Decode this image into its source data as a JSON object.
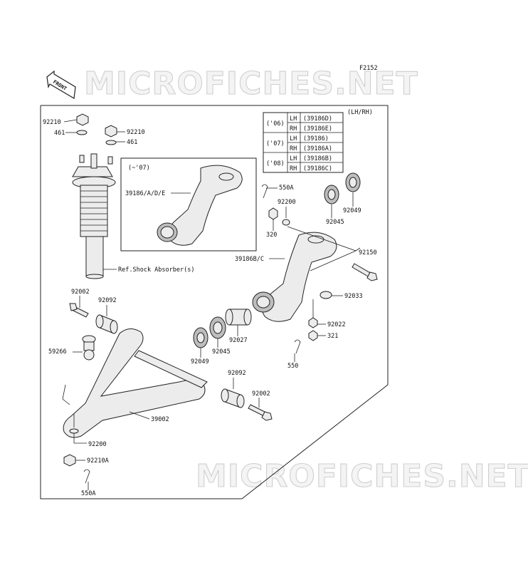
{
  "diagram": {
    "figure_code": "F2152",
    "watermark": "MICROFICHES.NET",
    "front_arrow_label": "FRONT",
    "side_note": "(LH/RH)",
    "inset_label": "(~'07)",
    "year_table": [
      {
        "year": "('06)",
        "rows": [
          [
            "LH",
            "(39186D)"
          ],
          [
            "RH",
            "(39186E)"
          ]
        ]
      },
      {
        "year": "('07)",
        "rows": [
          [
            "LH",
            "(39186)"
          ],
          [
            "RH",
            "(39186A)"
          ]
        ]
      },
      {
        "year": "('08)",
        "rows": [
          [
            "LH",
            "(39186B)"
          ],
          [
            "RH",
            "(39186C)"
          ]
        ]
      }
    ],
    "parts": {
      "p92210_top": "92210",
      "p461_left": "461",
      "p92210_right": "92210",
      "p461_right": "461",
      "p39186ade": "39186/A/D/E",
      "p550a_top": "550A",
      "p92200_mid": "92200",
      "p320": "320",
      "p92045_top": "92045",
      "p92049_top": "92049",
      "p92150": "92150",
      "p39186bc": "39186B/C",
      "ref_shock": "Ref.Shock Absorber(s)",
      "p92002_top": "92002",
      "p92092_top": "92092",
      "p92033": "92033",
      "p92022": "92022",
      "p321": "321",
      "p92027": "92027",
      "p92045_bot": "92045",
      "p92049_bot": "92049",
      "p59266": "59266",
      "p550": "550",
      "p92092_bot": "92092",
      "p92002_bot": "92002",
      "p39002": "39002",
      "p92200_bot": "92200",
      "p92210a": "92210A",
      "p550a_bot": "550A"
    }
  }
}
